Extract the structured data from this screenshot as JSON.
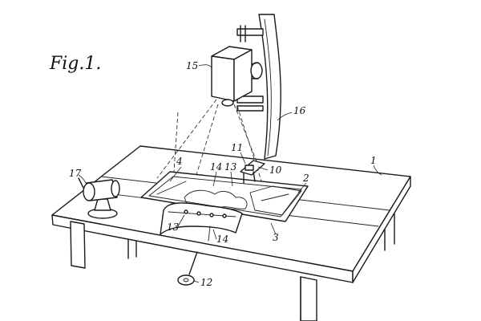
{
  "figure": {
    "title": "Fig.1.",
    "reference_numerals": {
      "table": "1",
      "plate": "2",
      "track": "3",
      "frame": "4",
      "pin": "10",
      "carriage": "11",
      "crank": "12",
      "strip": "13",
      "strip_upper": "13",
      "holder": "14",
      "holder_lower": "14",
      "projector": "15",
      "column": "16",
      "lamp": "17"
    }
  }
}
